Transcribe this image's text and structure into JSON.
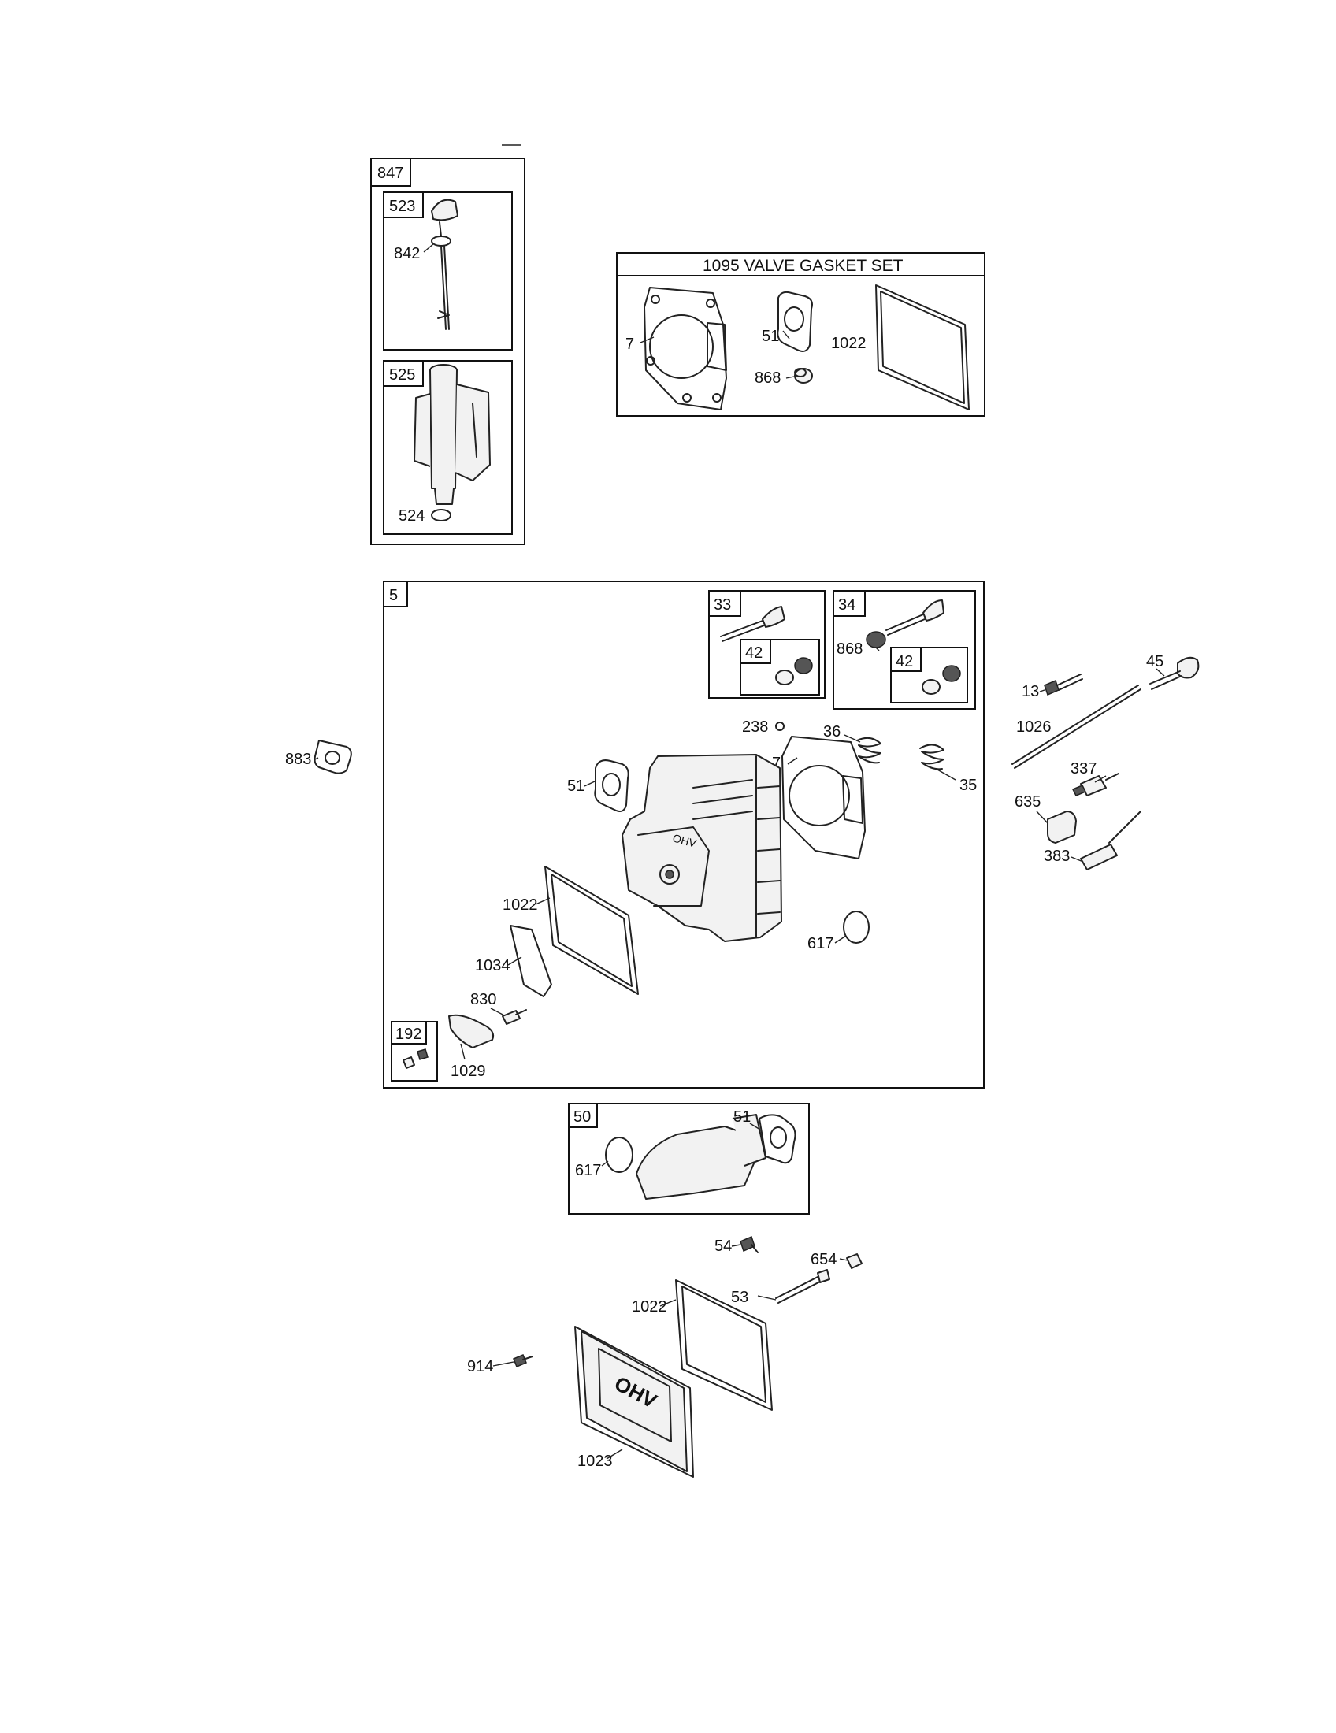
{
  "labels": {
    "p847": "847",
    "p523": "523",
    "p842": "842",
    "p525": "525",
    "p524": "524",
    "gasket_set_title": "1095 VALVE GASKET SET",
    "gs_7": "7",
    "gs_51": "51",
    "gs_1022": "1022",
    "gs_868": "868",
    "p5": "5",
    "p33": "33",
    "p42a": "42",
    "p34": "34",
    "p868": "868",
    "p42b": "42",
    "p883": "883",
    "p238": "238",
    "p36": "36",
    "p7": "7",
    "p35": "35",
    "p51": "51",
    "p1022a": "1022",
    "p617a": "617",
    "p1034": "1034",
    "p830": "830",
    "p192": "192",
    "p1029": "1029",
    "p13": "13",
    "p45": "45",
    "p1026": "1026",
    "p337": "337",
    "p635": "635",
    "p383": "383",
    "p50": "50",
    "p51b": "51",
    "p617b": "617",
    "p54": "54",
    "p654": "654",
    "p53": "53",
    "p1022b": "1022",
    "p914": "914",
    "p1023": "1023",
    "ohv_logo": "OHV"
  }
}
